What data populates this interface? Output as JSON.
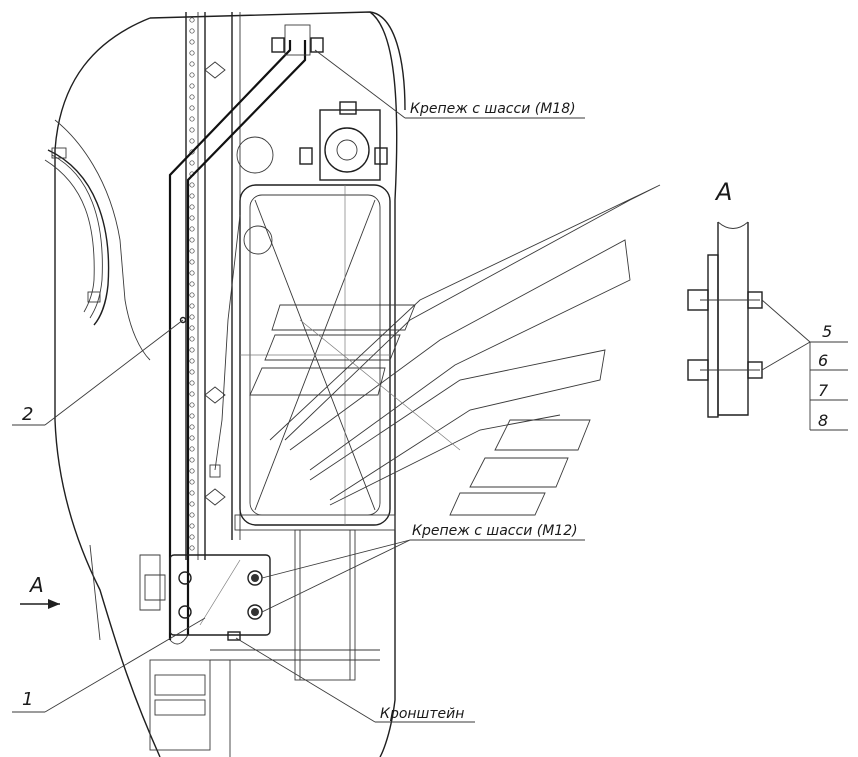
{
  "labels": {
    "chassis_mount_m18": "Крепеж с шасси (М18)",
    "chassis_mount_m12": "Крепеж с шасси (М12)",
    "bracket": "Кронштейн",
    "item_1": "1",
    "item_2": "2",
    "view_arrow_letter": "A",
    "view_title": "A",
    "callout_5": "5",
    "callout_6": "6",
    "callout_7": "7",
    "callout_8": "8"
  },
  "colors": {
    "line": "#1f1f1f",
    "background": "#ffffff"
  }
}
